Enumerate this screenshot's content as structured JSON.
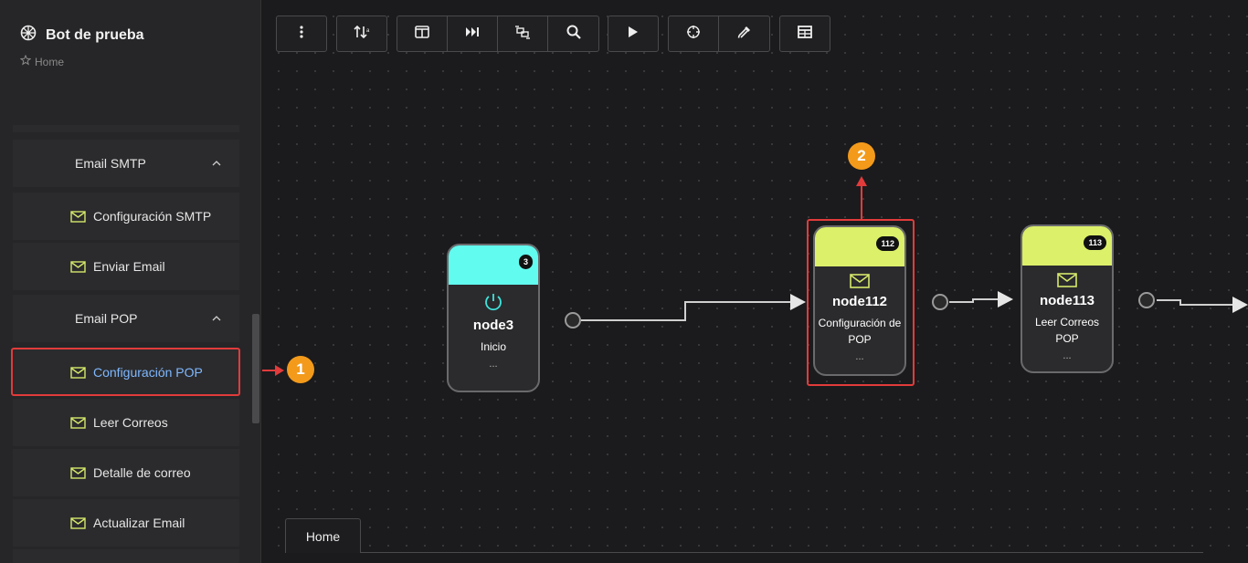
{
  "app": {
    "title": "Bot de prueba",
    "breadcrumb": "Home"
  },
  "sidebar": {
    "groups": [
      {
        "label": "Email SMTP"
      },
      {
        "label": "Email POP"
      }
    ],
    "items": [
      {
        "label": "Configuración SMTP"
      },
      {
        "label": "Enviar Email"
      },
      {
        "label": "Configuración POP"
      },
      {
        "label": "Leer Correos"
      },
      {
        "label": "Detalle de correo"
      },
      {
        "label": "Actualizar Email"
      }
    ]
  },
  "toolbar": {
    "buttons": [
      "more-icon",
      "sort-icon",
      "panel-icon",
      "skip-forward-icon",
      "fit-icon",
      "search-icon",
      "play-icon",
      "target-icon",
      "eyedropper-icon",
      "table-icon"
    ]
  },
  "nodes": [
    {
      "badge": "3",
      "id": "node3",
      "desc": "Inicio",
      "dots": "...",
      "color": "#62fbef",
      "icon": "power-icon"
    },
    {
      "badge": "112",
      "id": "node112",
      "desc": "Configuración de POP",
      "dots": "...",
      "color": "#dcf06a",
      "icon": "mail-icon"
    },
    {
      "badge": "113",
      "id": "node113",
      "desc": "Leer Correos POP",
      "dots": "...",
      "color": "#dcf06a",
      "icon": "mail-icon"
    }
  ],
  "callouts": [
    "1",
    "2"
  ],
  "tabs": [
    {
      "label": "Home"
    }
  ],
  "colors": {
    "accent_active": "#7fb8ff",
    "highlight": "#e23b3b",
    "callout": "#f39a1b"
  }
}
